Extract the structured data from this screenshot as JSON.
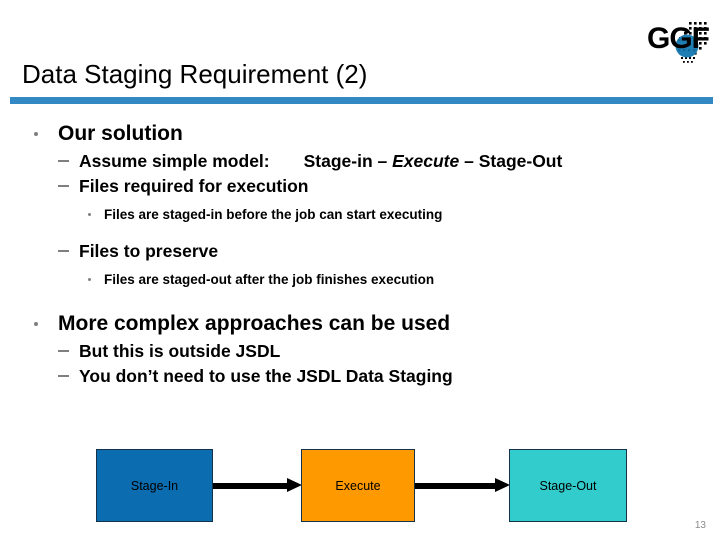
{
  "slide": {
    "title": "Data Staging Requirement (2)",
    "page_number": "13",
    "accent_color": "#3289c4"
  },
  "logo": {
    "name": "ggf-logo",
    "text": "GGF",
    "globe_color": "#1f7fb5",
    "wordmark_color": "#000000"
  },
  "content": {
    "bullets": [
      {
        "level": 1,
        "text": "Our solution"
      },
      {
        "level": 2,
        "text_before": "Assume simple model:",
        "text_plain_1": "Stage-in – ",
        "text_italic": "Execute",
        "text_plain_2": " – Stage-Out",
        "full_text": "Assume simple model: Stage-in – Execute – Stage-Out"
      },
      {
        "level": 2,
        "text": "Files required for execution"
      },
      {
        "level": 3,
        "text": "Files are staged-in before the job can start executing"
      },
      {
        "level": 2,
        "text": "Files to preserve"
      },
      {
        "level": 3,
        "text": "Files are staged-out after the job finishes execution"
      },
      {
        "level": 1,
        "text": "More complex approaches can be used"
      },
      {
        "level": 2,
        "text": "But this is outside JSDL"
      },
      {
        "level": 2,
        "text": "You don’t need to use the JSDL Data Staging"
      }
    ]
  },
  "diagram": {
    "nodes": [
      {
        "label": "Stage-In",
        "color": "#0b6cb0"
      },
      {
        "label": "Execute",
        "color": "#ff9900"
      },
      {
        "label": "Stage-Out",
        "color": "#33cccc"
      }
    ],
    "arrow_color": "#000000"
  }
}
